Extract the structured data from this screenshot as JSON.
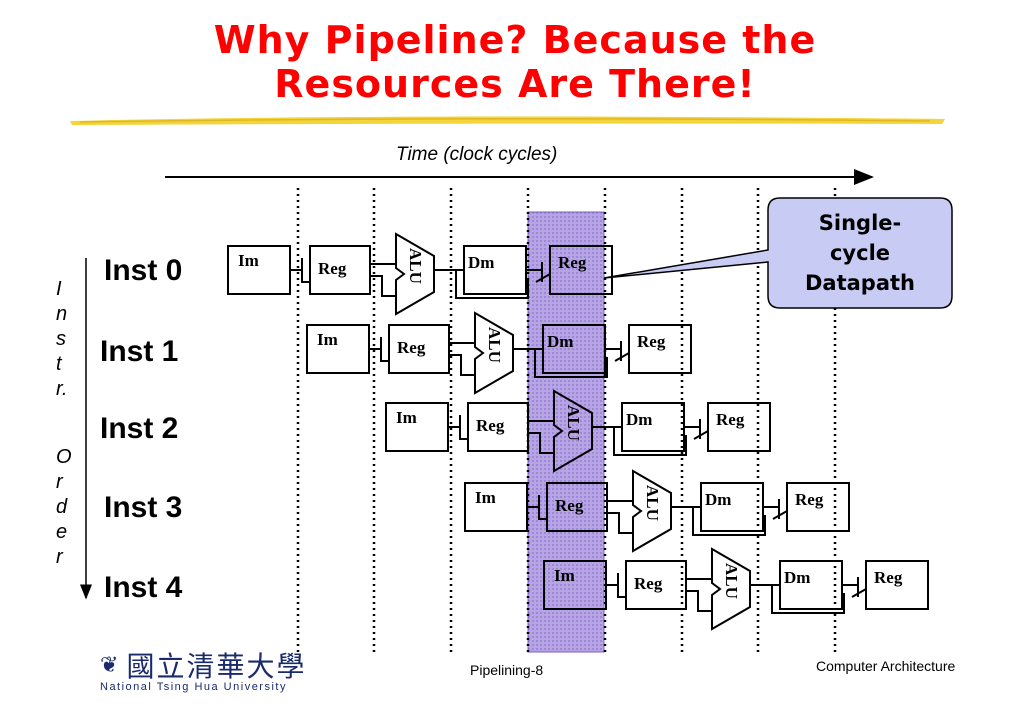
{
  "title": {
    "line1": "Why Pipeline? Because the",
    "line2": "Resources Are There!"
  },
  "time_axis_label": "Time (clock cycles)",
  "order_label_chars": [
    "I",
    "n",
    "s",
    "t",
    "r.",
    "O",
    "r",
    "d",
    "e",
    "r"
  ],
  "instructions": [
    {
      "label": "Inst 0"
    },
    {
      "label": "Inst 1"
    },
    {
      "label": "Inst 2"
    },
    {
      "label": "Inst 3"
    },
    {
      "label": "Inst 4"
    }
  ],
  "stages": {
    "im": "Im",
    "reg": "Reg",
    "alu": "ALU",
    "dm": "Dm"
  },
  "callout": {
    "text_line1": "Single-",
    "text_line2": "cycle",
    "text_line3": "Datapath",
    "fill_color": "#c8ccf4"
  },
  "highlight_color": "#b7a4e4",
  "title_color": "#ff0000",
  "footer": {
    "page": "Pipelining-8",
    "course": "Computer Architecture"
  },
  "logo": {
    "chinese": "國立清華大學",
    "english": "National Tsing Hua University",
    "icon": "university-emblem-icon"
  }
}
